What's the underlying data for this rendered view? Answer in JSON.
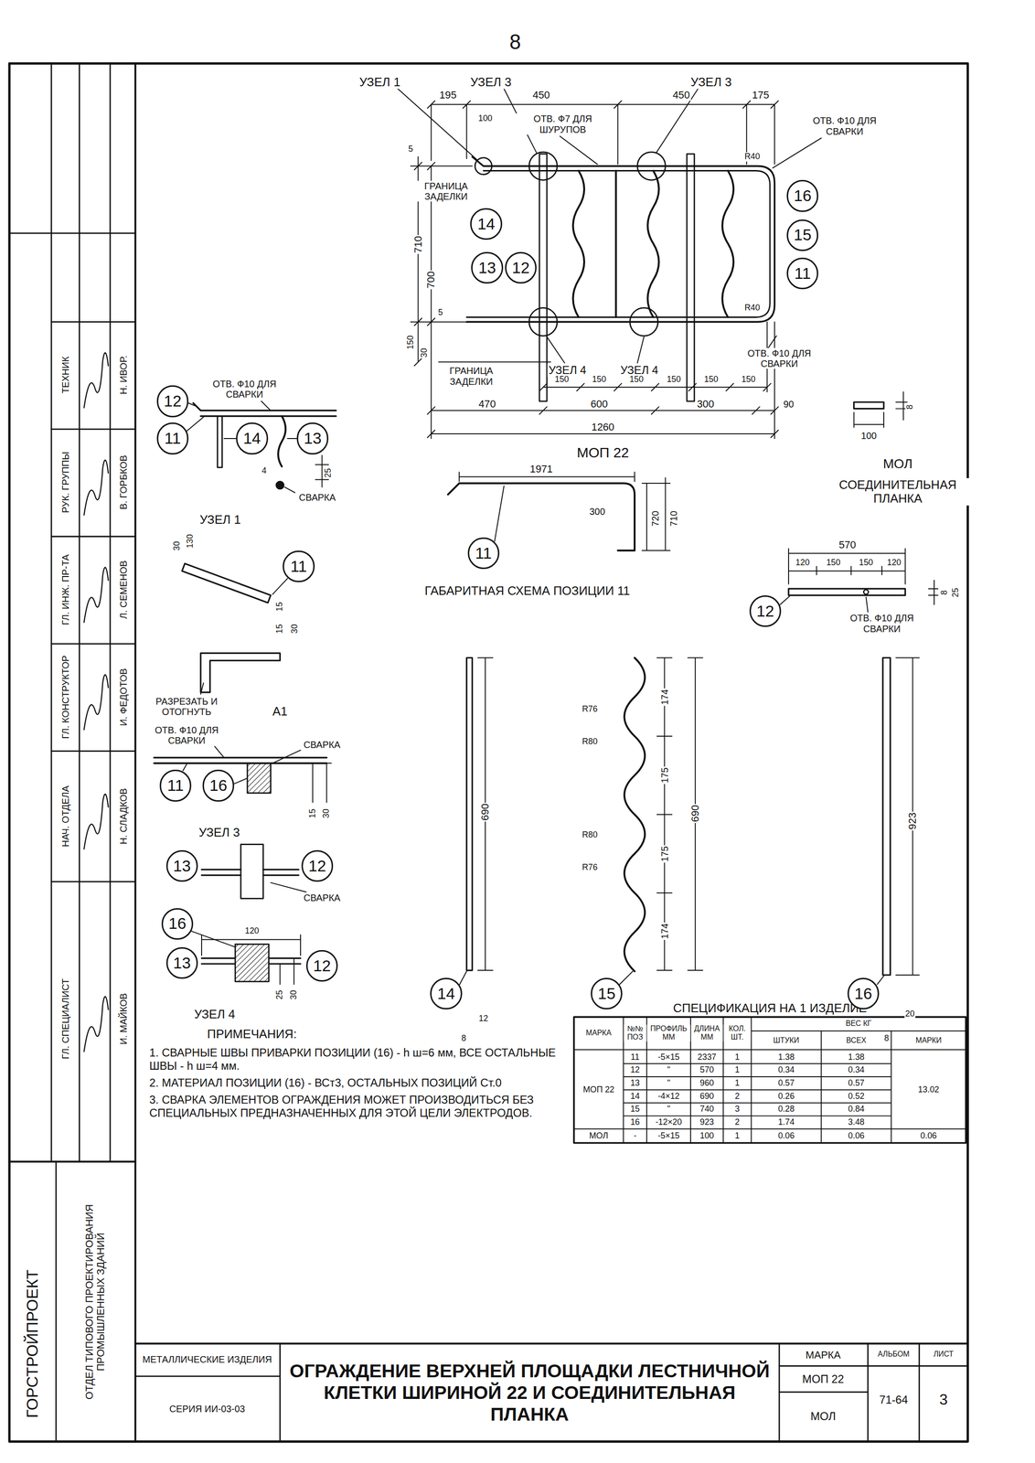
{
  "diagram": {
    "title": "ОГРАЖДЕНИЕ ВЕРХНЕЙ ПЛОЩАДКИ ЛЕСТНИЧНОЙ КЛЕТКИ ШИРИНОЙ 22 И СОЕДИНИТЕЛЬНАЯ ПЛАНКА",
    "nodes": [
      {
        "text": [
          "16"
        ]
      },
      {
        "text": [
          "14"
        ]
      },
      {
        "text": [
          "15"
        ]
      },
      {
        "text": [
          "13"
        ]
      },
      {
        "text": [
          "12"
        ]
      },
      {
        "text": [
          "11"
        ]
      },
      {
        "text": [
          "12"
        ]
      },
      {
        "text": [
          "11"
        ]
      },
      {
        "text": [
          "14"
        ]
      },
      {
        "text": [
          "13"
        ]
      },
      {
        "text": [
          "11"
        ]
      },
      {
        "text": [
          "11"
        ]
      },
      {
        "text": [
          "12"
        ]
      },
      {
        "text": [
          "11"
        ]
      },
      {
        "text": [
          "16"
        ]
      },
      {
        "text": [
          "13"
        ]
      },
      {
        "text": [
          "12"
        ]
      },
      {
        "text": [
          "16"
        ]
      },
      {
        "text": [
          "13"
        ]
      },
      {
        "text": [
          "12"
        ]
      },
      {
        "text": [
          "14"
        ]
      },
      {
        "text": [
          "15"
        ]
      },
      {
        "text": [
          "16"
        ]
      }
    ],
    "labels": [
      "8",
      "УЗЕЛ 1",
      "УЗЕЛ 3",
      "УЗЕЛ 3",
      "195",
      "450",
      "450",
      "175",
      "100",
      "ОТВ. Ф7 ДЛЯ ШУРУПОВ",
      "ОТВ. Ф10 ДЛЯ СВАРКИ",
      "5",
      "ГРАНИЦА ЗАДЕЛКИ",
      "710",
      "700",
      "5",
      "R40",
      "R40",
      "150",
      "30",
      "ГРАНИЦА ЗАДЕЛКИ",
      "УЗЕЛ 4",
      "УЗЕЛ 4",
      "ОТВ. Ф10 ДЛЯ СВАРКИ",
      "150",
      "150",
      "150",
      "150",
      "150",
      "150",
      "470",
      "600",
      "300",
      "90",
      "1260",
      "МОП 22",
      "100",
      "8",
      "МОЛ",
      "СОЕДИНИТЕЛЬНАЯ ПЛАНКА",
      "ОТВ. Ф10 ДЛЯ СВАРКИ",
      "4",
      "25",
      "СВАРКА",
      "УЗЕЛ 1",
      "1971",
      "300",
      "720",
      "710",
      "ГАБАРИТНАЯ СХЕМА ПОЗИЦИИ 11",
      "570",
      "120",
      "150",
      "150",
      "120",
      "8",
      "25",
      "ОТВ. Ф10 ДЛЯ СВАРКИ",
      "30",
      "130",
      "15",
      "15",
      "30",
      "РАЗРЕЗАТЬ И ОТОГНУТЬ",
      "А1",
      "ОТВ. Ф10 ДЛЯ СВАРКИ",
      "СВАРКА",
      "15",
      "30",
      "УЗЕЛ 3",
      "СВАРКА",
      "120",
      "25",
      "30",
      "УЗЕЛ 4",
      "690",
      "8",
      "12",
      "174",
      "175",
      "175",
      "174",
      "690",
      "R76",
      "R80",
      "R80",
      "R76",
      "923",
      "20",
      "8",
      "ПРИМЕЧАНИЯ:",
      "1. СВАРНЫЕ ШВЫ ПРИВАРКИ ПОЗИЦИИ (16) - h ш=6 мм, ВСЕ ОСТАЛЬНЫЕ ШВЫ - h ш=4 мм.",
      "2. МАТЕРИАЛ ПОЗИЦИИ (16) - ВСт3, ОСТАЛЬНЫХ ПОЗИЦИЙ Ст.0",
      "3. СВАРКА ЭЛЕМЕНТОВ ОГРАЖДЕНИЯ МОЖЕТ ПРОИЗВОДИТЬСЯ БЕЗ СПЕЦИАЛЬНЫХ ПРЕДНАЗНАЧЕННЫХ ДЛЯ ЭТОЙ ЦЕЛИ ЭЛЕКТРОДОВ.",
      "СПЕЦИФИКАЦИЯ НА 1 ИЗДЕЛИЕ",
      "МАРКА",
      "№№ ПОЗ",
      "ПРОФИЛЬ ММ",
      "ДЛИНА ММ",
      "КОЛ. ШТ.",
      "ВЕС КГ",
      "ШТУКИ",
      "ВСЕХ",
      "МАРКИ",
      "МОП 22",
      "11",
      "-5×15",
      "2337",
      "1",
      "1.38",
      "1.38",
      "12",
      "\"",
      "570",
      "1",
      "0.34",
      "0.34",
      "13",
      "\"",
      "960",
      "1",
      "0.57",
      "0.57",
      "14",
      "-4×12",
      "690",
      "2",
      "0.26",
      "0.52",
      "15",
      "\"",
      "740",
      "3",
      "0.28",
      "0.84",
      "16",
      "-12×20",
      "923",
      "2",
      "1.74",
      "3.48",
      "13.02",
      "МОЛ",
      "-",
      "-5×15",
      "100",
      "1",
      "0.06",
      "0.06",
      "0.06",
      "МЕТАЛЛИЧЕСКИЕ ИЗДЕЛИЯ",
      "СЕРИЯ ИИ-03-03",
      "МАРКА",
      "МОП 22",
      "МОЛ",
      "АЛЬБОМ",
      "71-64",
      "ЛИСТ",
      "3",
      "ГОРСТРОЙПРОЕКТ",
      "ОТДЕЛ ТИПОВОГО ПРОЕКТИРОВАНИЯ ПРОМЫШЛЕННЫХ ЗДАНИЙ",
      "ТЕХНИК",
      "Н. ИВОР.",
      "РУК. ГРУППЫ",
      "В. ГОРБКОВ",
      "ГЛ. ИНЖ. ПР-ТА",
      "Л. СЕМЕНОВ",
      "ГЛ. КОНСТРУКТОР",
      "И. ФЕДОТОВ",
      "НАЧ. ОТДЕЛА",
      "Н. СЛАДКОВ",
      "ГЛ. СПЕЦИАЛИСТ",
      "И. МАЙКОВ"
    ]
  }
}
